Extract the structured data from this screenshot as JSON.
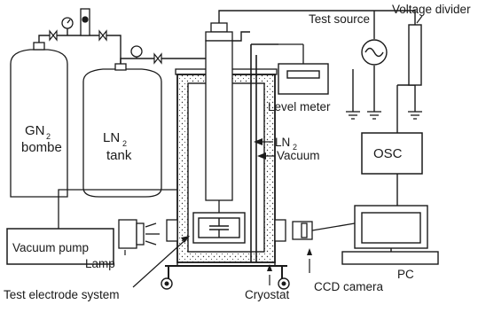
{
  "labels": {
    "gn2": "GN",
    "gn2_sub": "2",
    "bombe": "bombe",
    "ln2_tank": "LN",
    "ln2_tank_sub": "2",
    "tank": "tank",
    "ln2": "LN",
    "ln2_sub": "2",
    "vacuum": "Vacuum",
    "test_source": "Test source",
    "voltage_divider": "Voltage divider",
    "level_meter": "Level meter",
    "osc": "OSC",
    "vacuum_pump": "Vacuum pump",
    "lamp": "Lamp",
    "test_electrode_system": "Test electrode system",
    "cryostat": "Cryostat",
    "ccd_camera": "CCD camera",
    "pc": "PC"
  }
}
